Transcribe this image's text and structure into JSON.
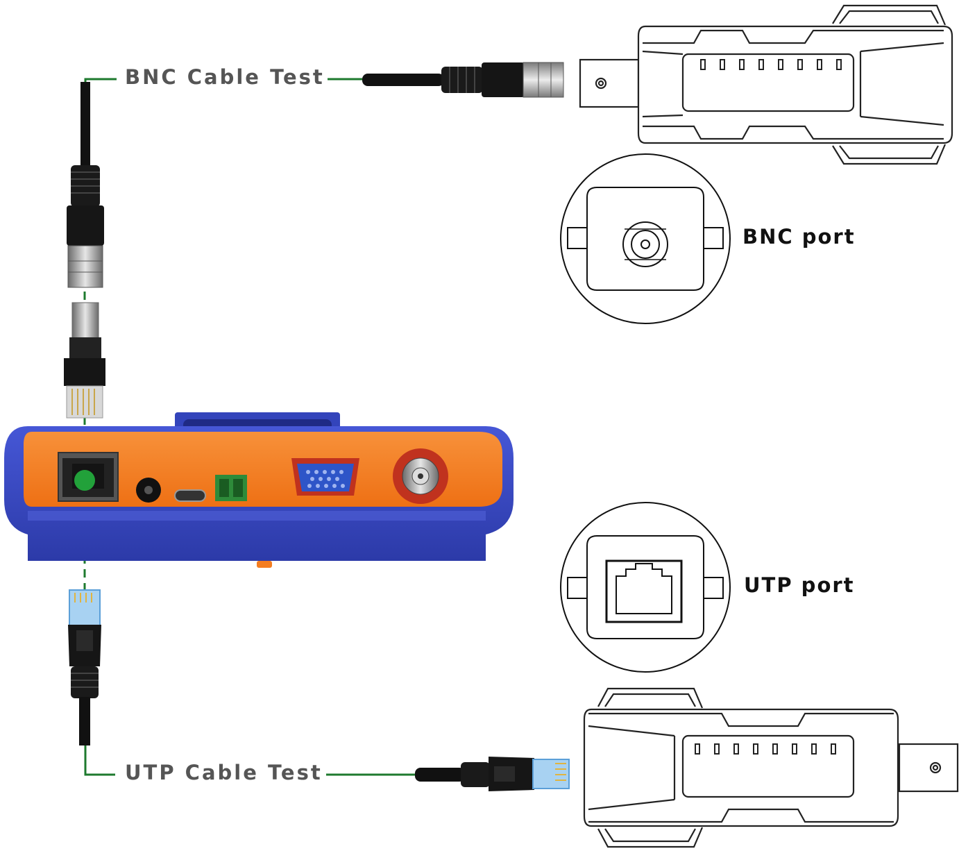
{
  "labels": {
    "bnc_cable_test": "BNC Cable Test",
    "utp_cable_test": "UTP Cable Test",
    "bnc_port": "BNC port",
    "utp_port": "UTP port"
  },
  "colors": {
    "connector_line": "#1e7a2e",
    "tester_body": "#3a4bc4",
    "tester_panel": "#f47d20",
    "label_gray": "#555555"
  },
  "icons": [
    "bnc-connector-icon",
    "rj45-connector-icon",
    "bnc-port-icon",
    "utp-port-icon",
    "remote-unit-icon",
    "cable-tester-icon"
  ]
}
